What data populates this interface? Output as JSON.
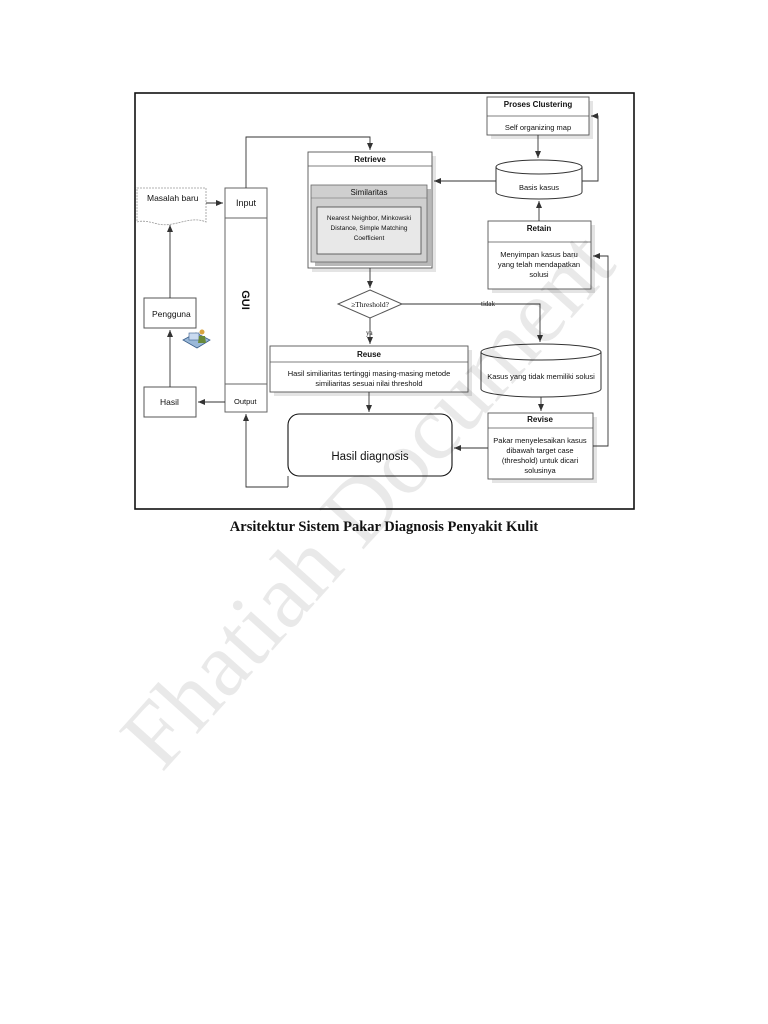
{
  "diagram": {
    "input_label": "Input",
    "gui_label": "GUI",
    "output_label": "Output",
    "masalah_baru": "Masalah baru",
    "pengguna": "Pengguna",
    "hasil": "Hasil",
    "retrieve_title": "Retrieve",
    "similaritas_title": "Similaritas",
    "similaritas_methods": [
      "Nearest Neighbor, Minkowski",
      "Distance, Simple Matching",
      "Coefficient"
    ],
    "threshold": "≥Threshold?",
    "ya": "ya",
    "tidak": "tidak",
    "reuse_title": "Reuse",
    "reuse_body": [
      "Hasil similiaritas tertinggi masing-masing metode",
      "similiaritas sesuai nilai threshold"
    ],
    "hasil_diagnosis": "Hasil diagnosis",
    "proses_clustering": "Proses Clustering",
    "self_organizing_map": "Self organizing map",
    "basis_kasus": "Basis kasus",
    "retain_title": "Retain",
    "retain_body": [
      "Menyimpan kasus baru",
      "yang telah mendapatkan",
      "solusi"
    ],
    "kasus_tidak": "Kasus yang tidak memiliki solusi",
    "revise_title": "Revise",
    "revise_body": [
      "Pakar menyelesaikan kasus",
      "dibawah target case",
      "(threshold) untuk dicari",
      "solusinya"
    ]
  },
  "caption": "Arsitektur Sistem Pakar Diagnosis Penyakit Kulit",
  "watermark": "Fhatiah Document"
}
